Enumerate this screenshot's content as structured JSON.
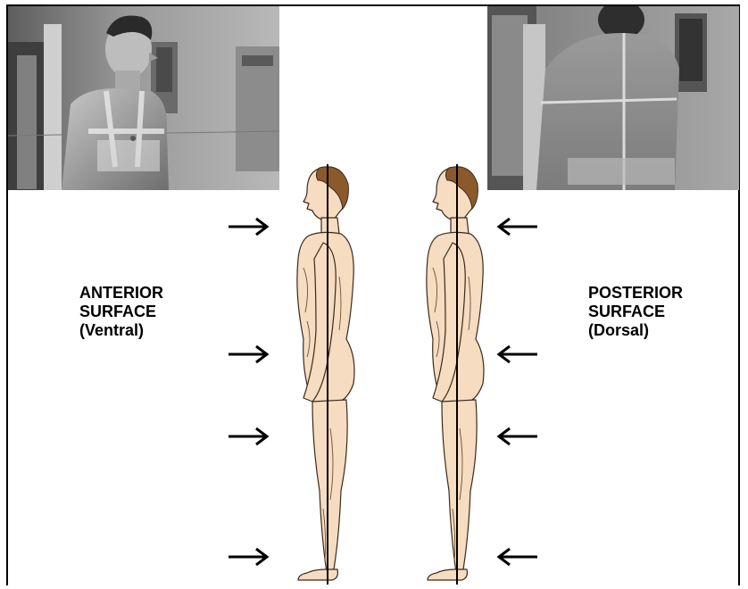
{
  "labels": {
    "anterior": {
      "line1": "ANTERIOR",
      "line2": "SURFACE",
      "line3": "(Ventral)"
    },
    "posterior": {
      "line1": "POSTERIOR",
      "line2": "SURFACE",
      "line3": "(Dorsal)"
    }
  },
  "colors": {
    "skin": "#f6dcc0",
    "hair": "#8b5a2b",
    "outline": "#3a2a1c",
    "plumb_line": "#000000",
    "photo_tone": "#8a8a8a"
  },
  "photos": {
    "left_icon": "anterior-photo",
    "right_icon": "posterior-photo"
  },
  "arrows": {
    "left_direction": "right",
    "right_direction": "left",
    "count_per_side": 4
  }
}
